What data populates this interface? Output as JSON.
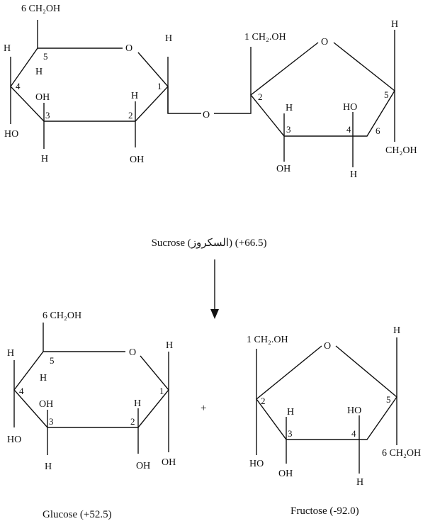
{
  "sucrose": {
    "caption": "Sucrose (السكروز) (+66.5)",
    "glucose_unit": {
      "ch2oh_label": "6  CH₂OH",
      "ring_o": "O",
      "c1_h": "H",
      "c1_num": "1",
      "c2_num": "2",
      "c2_h": "H",
      "c2_oh": "OH",
      "c3_num": "3",
      "c3_oh": "OH",
      "c3_h": "H",
      "c4_num": "4",
      "c4_h": "H",
      "c4_ho": "HO",
      "c5_num": "5",
      "c5_h": "H"
    },
    "bridge_o": "O",
    "fructose_unit": {
      "c1_label": "1 CH₂.OH",
      "ring_o": "O",
      "c2_num": "2",
      "c3_num": "3",
      "c3_h": "H",
      "c3_oh": "OH",
      "c4_num": "4",
      "c4_ho": "HO",
      "c4_h": "H",
      "c5_num": "5",
      "c5_h": "H",
      "c6_num": "6",
      "c6_label": "CH₂OH"
    }
  },
  "arrow": "down-arrow",
  "plus": "+",
  "glucose": {
    "caption": "Glucose (+52.5)",
    "ch2oh_label": "6  CH₂OH",
    "ring_o": "O",
    "c1_h": "H",
    "c1_num": "1",
    "c1_oh": "OH",
    "c2_num": "2",
    "c2_h": "H",
    "c2_oh": "OH",
    "c3_num": "3",
    "c3_oh": "OH",
    "c3_h": "H",
    "c4_num": "4",
    "c4_h": "H",
    "c4_ho": "HO",
    "c5_num": "5",
    "c5_h": "H"
  },
  "fructose": {
    "caption": "Fructose (-92.0)",
    "c1_label": "1 CH₂.OH",
    "ring_o": "O",
    "c2_num": "2",
    "c2_ho": "HO",
    "c3_num": "3",
    "c3_h": "H",
    "c3_oh": "OH",
    "c4_num": "4",
    "c4_ho": "HO",
    "c4_h": "H",
    "c5_num": "5",
    "c5_h": "H",
    "c6_label": "6 CH₂OH"
  }
}
